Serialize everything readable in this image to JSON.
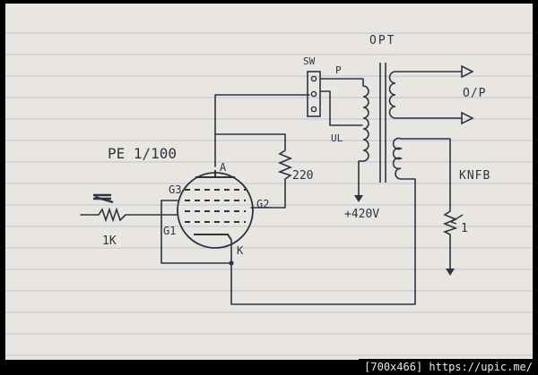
{
  "labels": {
    "title": "PE 1/100",
    "opt": "OPT",
    "sw": "SW",
    "p": "P",
    "ul": "UL",
    "op": "O/P",
    "knfb": "KNFB",
    "r220": "220",
    "v420": "+420V",
    "r1": "1",
    "r1k": "1K",
    "g1": "G1",
    "g2": "G2",
    "g3": "G3",
    "a": "A",
    "k": "K"
  },
  "watermark": "[700x466] https://upic.me/",
  "colors": {
    "paper": "#e9e6e1",
    "rule": "#b9c2d9",
    "ink": "#2b3440"
  }
}
